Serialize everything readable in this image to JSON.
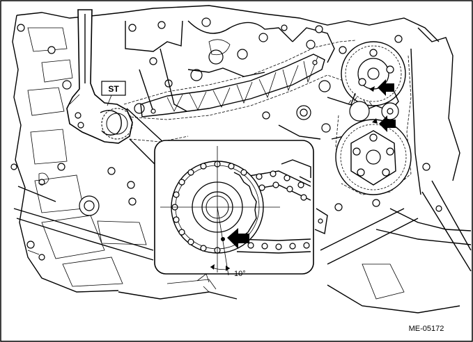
{
  "diagram": {
    "labels": {
      "special_tool": "ST",
      "angle": "10°",
      "figure_code": "ME-05172"
    },
    "colors": {
      "line": "#000000",
      "background": "#ffffff"
    },
    "icons": [
      "alignment-arrow-icon",
      "timing-mark-icon"
    ]
  }
}
